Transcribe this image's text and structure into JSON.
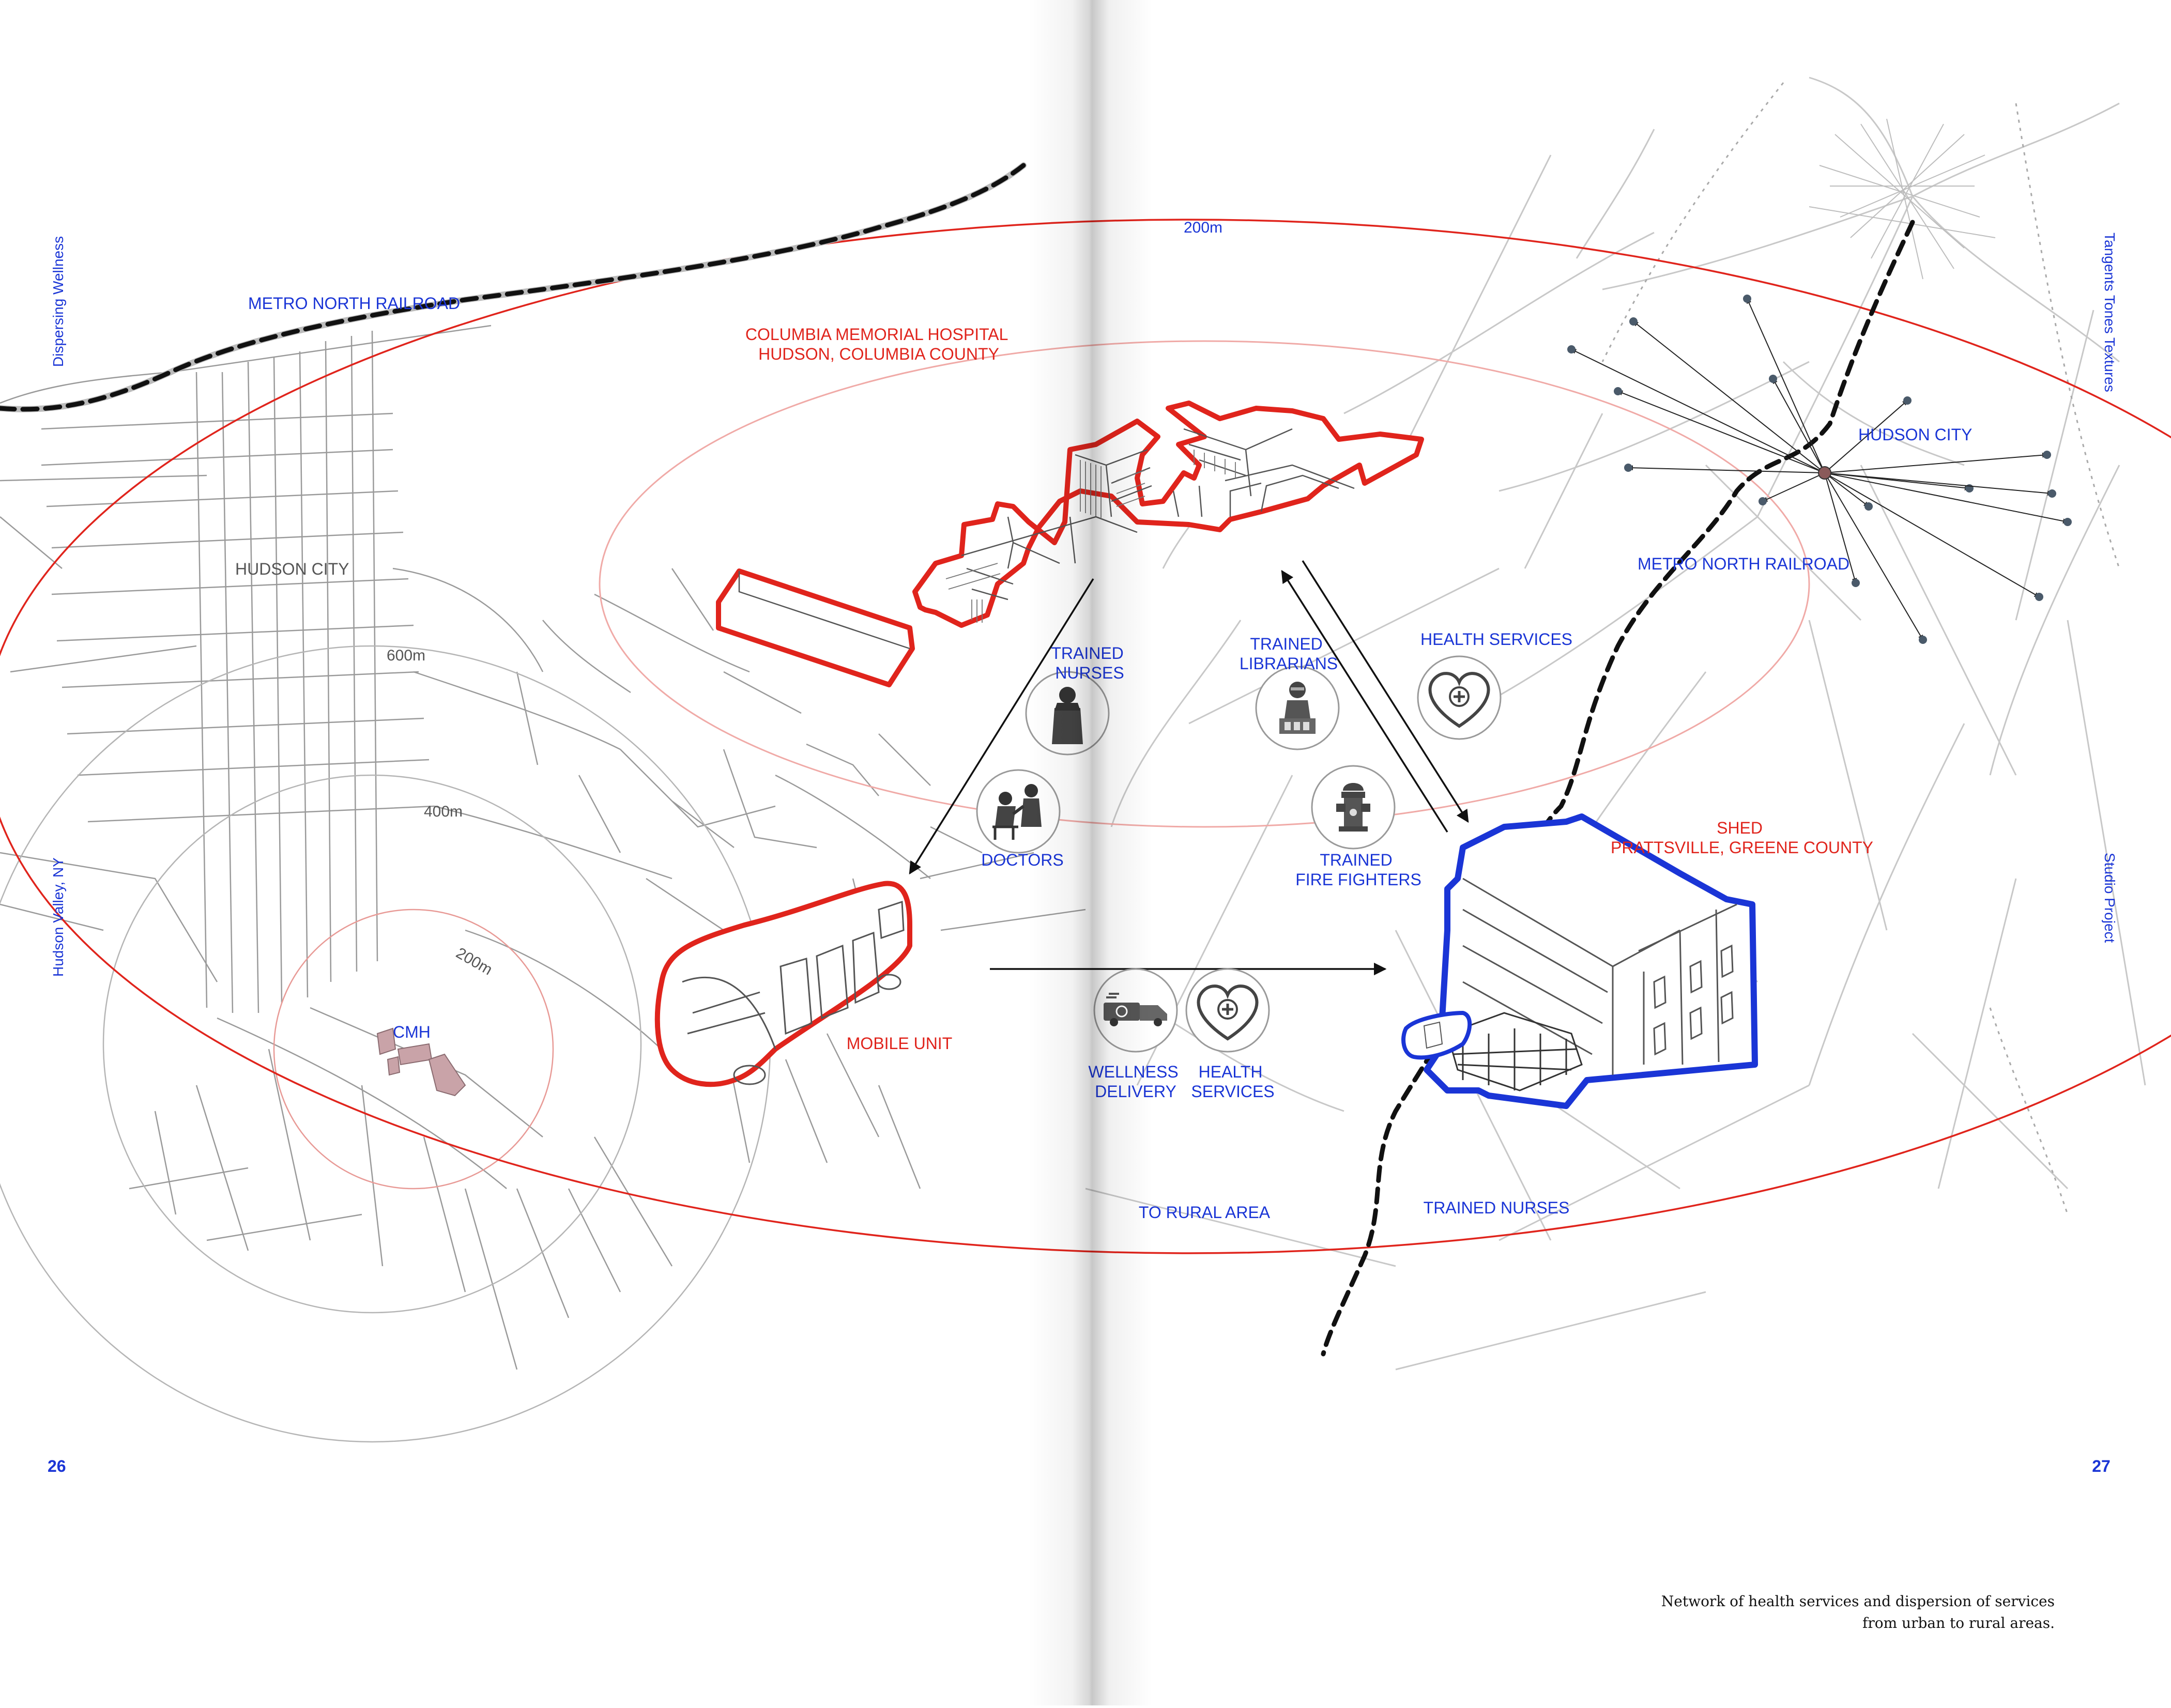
{
  "colors": {
    "blue": "#1a35d6",
    "red": "#e0241c",
    "gray": "#8a8a8a",
    "black": "#111111"
  },
  "sidebar_left": {
    "top": "Dispersing Wellness",
    "bottom": "Hudson Valley, NY"
  },
  "sidebar_right": {
    "top": "Tangents Tones Textures",
    "bottom": "Studio Project"
  },
  "page_numbers": {
    "left": "26",
    "right": "27"
  },
  "map_labels": {
    "railroad_left": "METRO NORTH RAILROAD",
    "hudson_city_left": "HUDSON CITY",
    "cmh": "CMH",
    "ring_600": "600m",
    "ring_400": "400m",
    "ring_200_small": "200m",
    "ring_200_large": "200m",
    "hudson_city_right": "HUDSON CITY",
    "railroad_right": "METRO NORTH RAILROAD",
    "to_rural": "TO RURAL AREA",
    "trained_nurses_bottom": "TRAINED NURSES"
  },
  "hospital": {
    "line1": "COLUMBIA MEMORIAL HOSPITAL",
    "line2": "HUDSON, COLUMBIA COUNTY"
  },
  "shed": {
    "line1": "SHED",
    "line2": "PRATTSVILLE, GREENE COUNTY"
  },
  "mobile_unit": "MOBILE UNIT",
  "services": {
    "trained_nurses": {
      "line1": "TRAINED",
      "line2": "NURSES",
      "icon": "nurse-icon"
    },
    "doctors": {
      "line1": "DOCTORS",
      "icon": "doctor-patient-icon"
    },
    "trained_librarians": {
      "line1": "TRAINED",
      "line2": "LIBRARIANS",
      "icon": "librarian-icon"
    },
    "health_services_top": {
      "line1": "HEALTH SERVICES",
      "icon": "heart-plus-icon"
    },
    "trained_fire_fighters": {
      "line1": "TRAINED",
      "line2": "FIRE FIGHTERS",
      "icon": "fire-hydrant-icon"
    },
    "wellness_delivery": {
      "line1": "WELLNESS",
      "line2": "DELIVERY",
      "icon": "delivery-truck-icon"
    },
    "health_services_bottom": {
      "line1": "HEALTH",
      "line2": "SERVICES",
      "icon": "heart-plus-icon"
    }
  },
  "caption": {
    "line1": "Network of health services and dispersion  of services",
    "line2": "from urban to rural areas."
  }
}
